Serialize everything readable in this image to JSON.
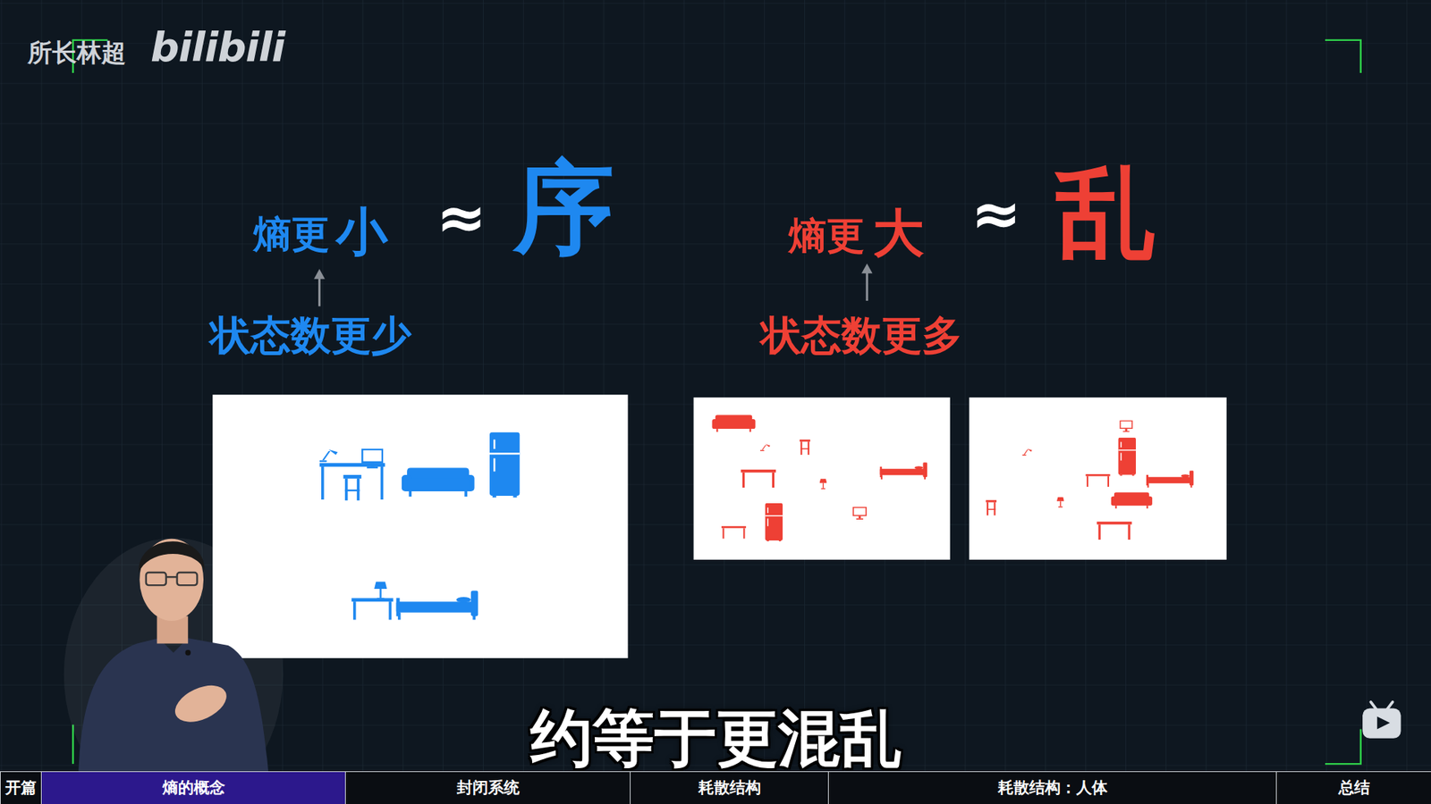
{
  "diagram": {
    "nodes": [
      {
        "text": [
          "开篇"
        ]
      },
      {
        "text": [
          "熵的概念"
        ]
      },
      {
        "text": [
          "封闭系统"
        ]
      },
      {
        "text": [
          "耗散结构"
        ]
      },
      {
        "text": [
          "耗散结构：人体"
        ]
      },
      {
        "text": [
          "总结"
        ]
      }
    ],
    "labels": [
      "所长林超",
      "bilibili",
      "熵更",
      "小",
      "≈",
      "序",
      "状态数更少",
      "熵更",
      "大",
      "≈",
      "乱",
      "状态数更多",
      "约等于更混乱"
    ]
  }
}
